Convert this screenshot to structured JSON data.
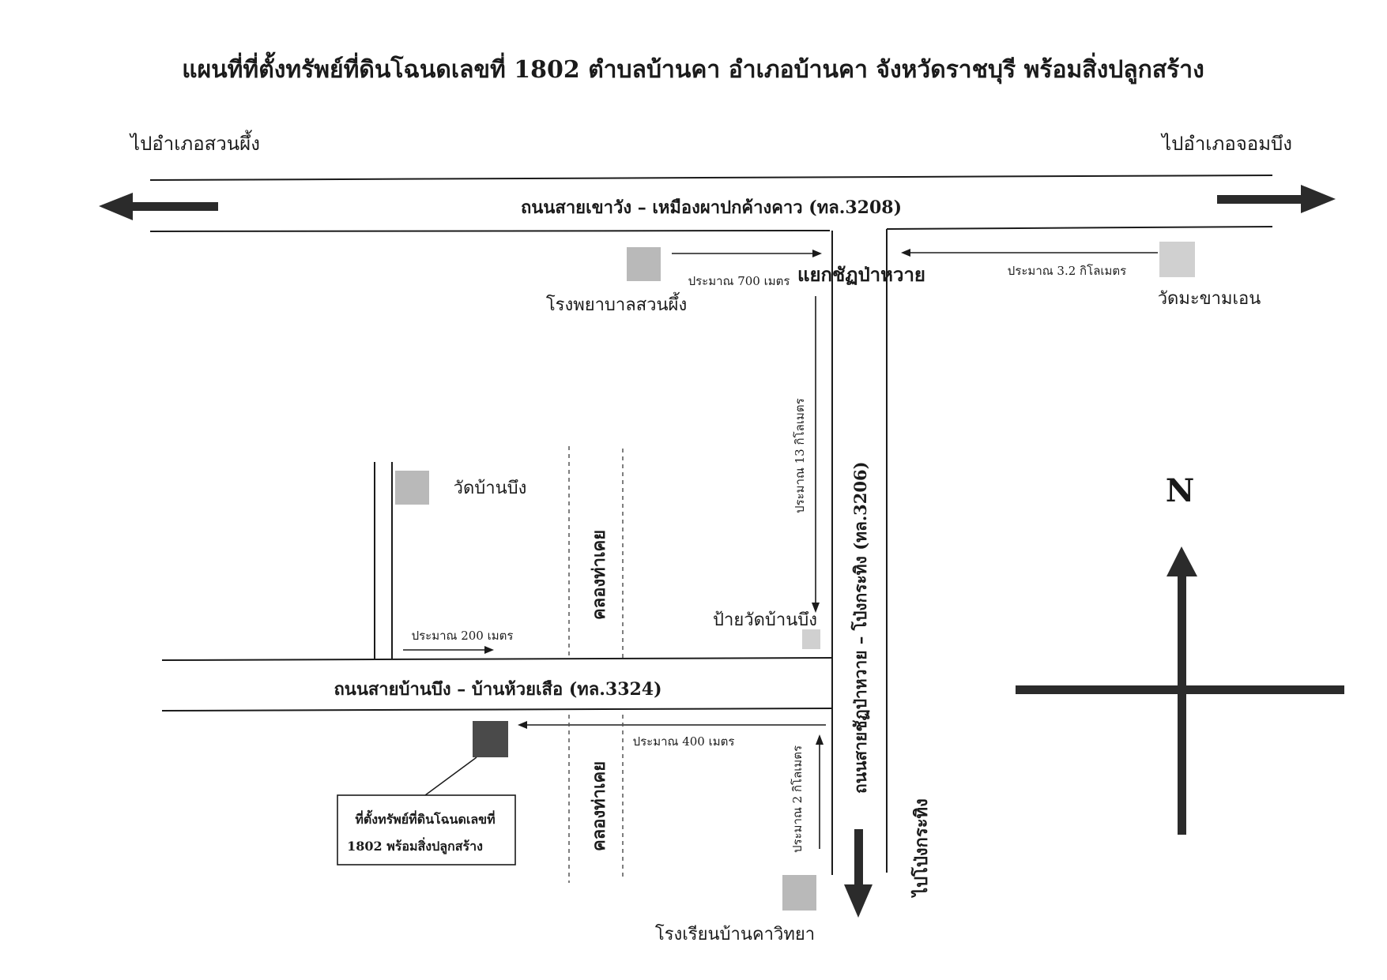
{
  "title": "แผนที่ที่ตั้งทรัพย์ที่ดินโฉนดเลขที่ 1802 ตำบลบ้านคา อำเภอบ้านคา จังหวัดราชบุรี พร้อมสิ่งปลูกสร้าง",
  "roads": {
    "top": "ถนนสายเขาวัง – เหมืองผาปกค้างคาว (ทล.3208)",
    "ns": "ถนนสายชัฏป่าหวาย – โป่งกระทิง (ทล.3206)",
    "bottom": "ถนนสายบ้านบึง – บ้านห้วยเสือ (ทล.3324)",
    "canal": "คลองท่าเคย"
  },
  "destinations": {
    "left": "ไปอำเภอสวนผึ้ง",
    "right": "ไปอำเภอจอมบึง",
    "south": "ไปโป่งกระทิง"
  },
  "places": {
    "junction": "แยกชัฏป่าหวาย",
    "hospital": "โรงพยาบาลสวนผึ้ง",
    "wat_makham": "วัดมะขามเอน",
    "wat_banbueng": "วัดบ้านบึง",
    "sign_banbueng": "ป้ายวัดบ้านบึง",
    "school": "โรงเรียนบ้านคาวิทยา"
  },
  "distances": {
    "d700": "ประมาณ 700 เมตร",
    "d3_2": "ประมาณ 3.2 กิโลเมตร",
    "d13": "ประมาณ 13 กิโลเมตร",
    "d200": "ประมาณ 200 เมตร",
    "d400": "ประมาณ 400 เมตร",
    "d2": "ประมาณ 2 กิโลเมตร"
  },
  "property": {
    "line1": "ที่ตั้งทรัพย์ที่ดินโฉนดเลขที่",
    "line2": "1802 พร้อมสิ่งปลูกสร้าง"
  },
  "compass": {
    "north": "N"
  },
  "colors": {
    "ink": "#1b1b1b",
    "arrow": "#2b2b2b",
    "marker_gray": "#b9b9b9",
    "marker_light": "#d0d0d0",
    "property_marker": "#4a4a4a"
  }
}
